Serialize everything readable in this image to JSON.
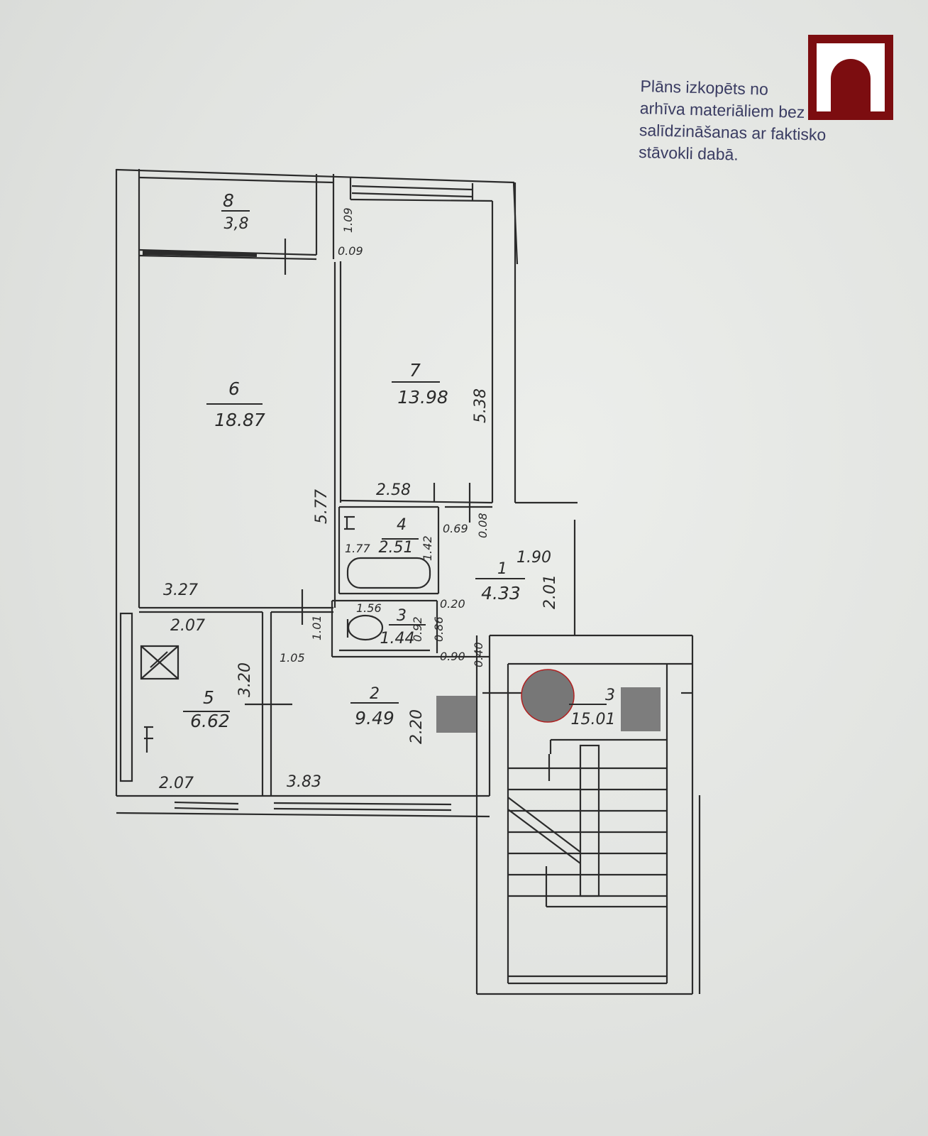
{
  "note": {
    "line1": "Plāns izkopēts no",
    "line2": "arhīva materiāliem bez",
    "line3": "salīdzināšanas ar faktisko",
    "line4": "stāvokli dabā."
  },
  "logo_icon": "arch-logo-icon",
  "colors": {
    "logo": "#7c0d10",
    "ink": "#2b2b2b",
    "stamp": "#3a3c62",
    "redaction": "#7d7d7d"
  },
  "rooms": {
    "r8": {
      "num": "8",
      "area": "3,8"
    },
    "r7": {
      "num": "7",
      "area": "13.98"
    },
    "r6": {
      "num": "6",
      "area": "18.87"
    },
    "r4": {
      "num": "4",
      "area": "2.51"
    },
    "r1": {
      "num": "1",
      "area": "4.33"
    },
    "r3": {
      "num": "3",
      "area": "1.44"
    },
    "r5": {
      "num": "5",
      "area": "6.62"
    },
    "r2": {
      "num": "2",
      "area": "9.49"
    },
    "stair": {
      "num": "3",
      "area": "15.01"
    }
  },
  "dims": {
    "d109": "1.09",
    "d009": "0.09",
    "d538": "5.38",
    "d258": "2.58",
    "d577": "5.77",
    "d069": "0.69",
    "d008": "0.08",
    "d177": "1.77",
    "d142": "1.42",
    "d190": "1.90",
    "d201": "2.01",
    "d327": "3.27",
    "d156": "1.56",
    "d020": "0.20",
    "d092": "0.92",
    "d086": "0.86",
    "d090": "0.90",
    "d040": "0.40",
    "d207a": "2.07",
    "d101": "1.01",
    "d105": "1.05",
    "d320": "3.20",
    "d220": "2.20",
    "d207b": "2.07",
    "d383": "3.83"
  }
}
